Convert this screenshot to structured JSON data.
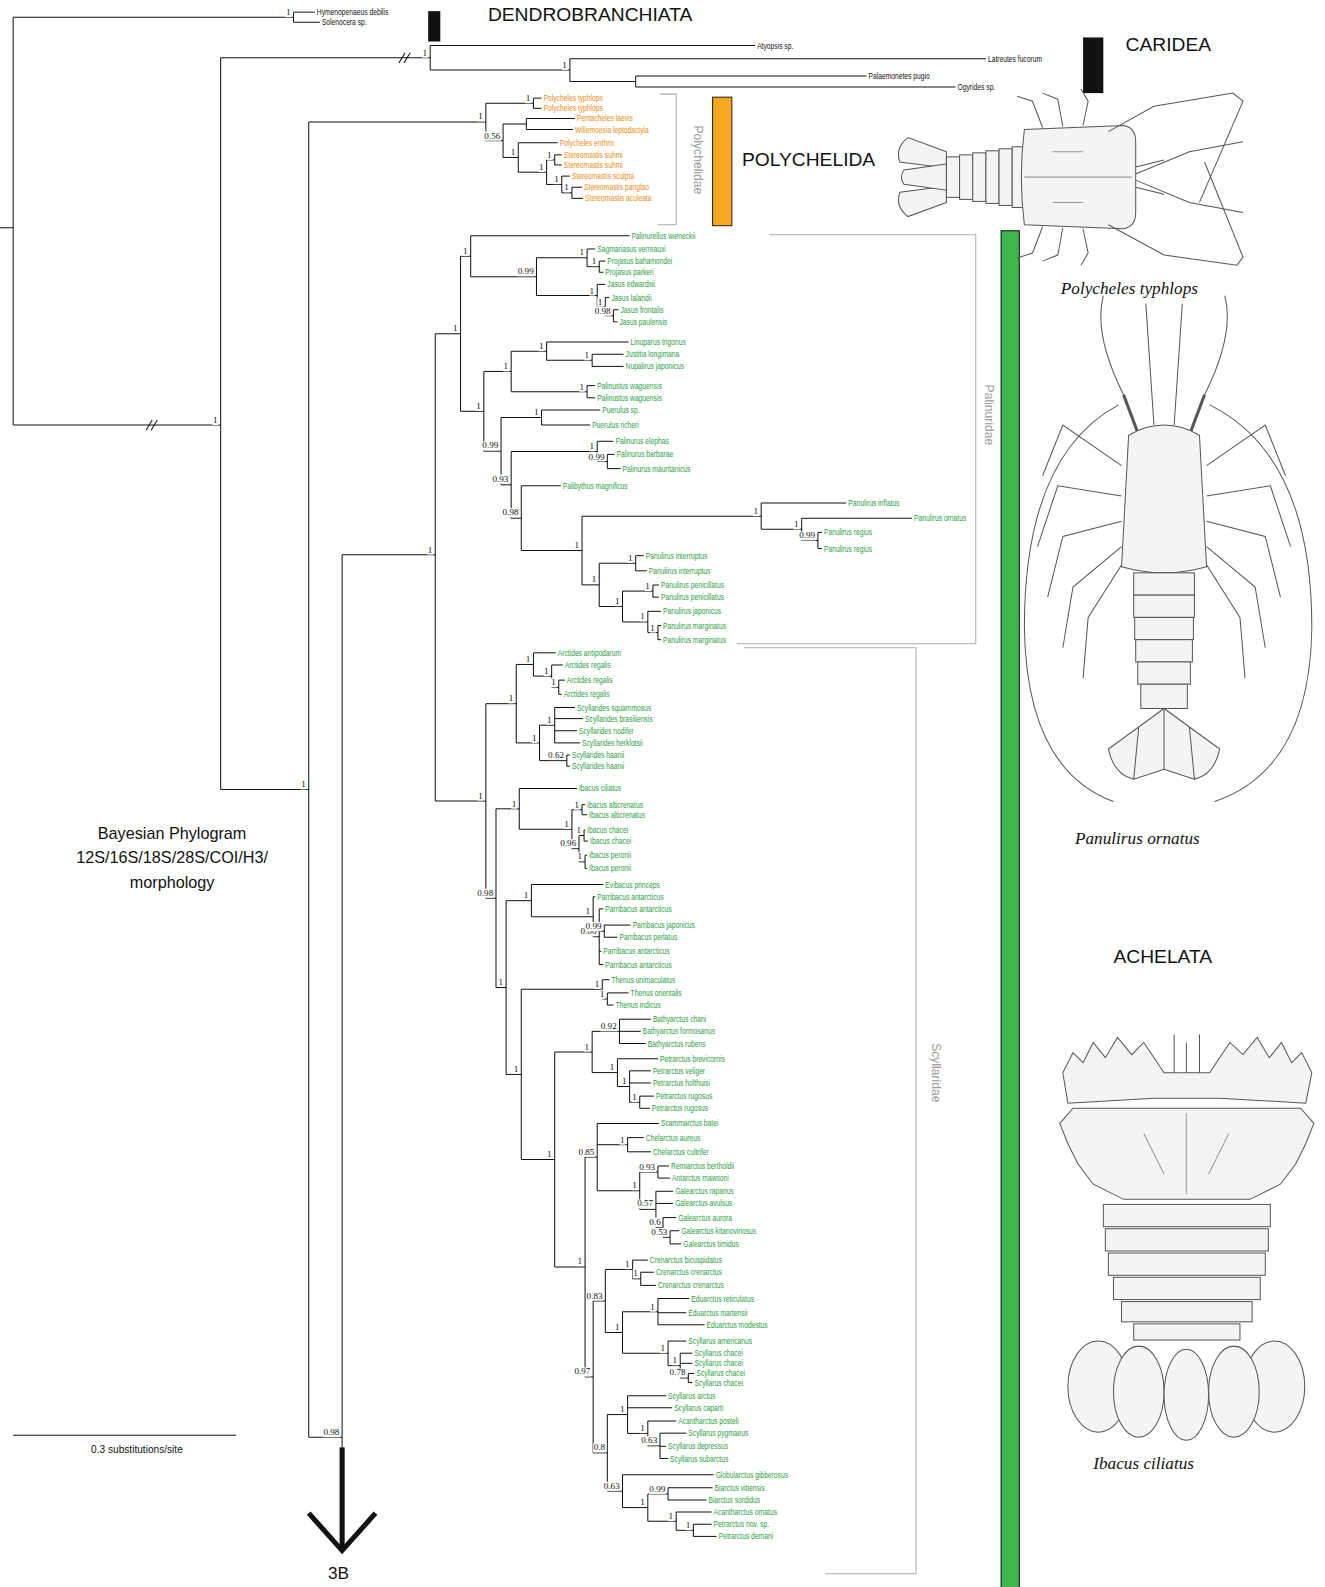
{
  "diagram": {
    "labels": [
      "DENDROBRANCHIATA",
      "CARIDEA",
      "Polychelidae",
      "POLYCHELIDA",
      "Polycheles typhlops",
      "Palinuridae",
      "Panulirus ornatus",
      "ACHELATA",
      "Scyllaridae",
      "Ibacus ciliatus",
      "Bayesian Phylogram 12S/16S/18S/28S/COI/H3/ morphology",
      "0.3 substitutions/site",
      "3B",
      "Hymenopenaeus debilis",
      "Solenocera sp.",
      "Atyopsis sp.",
      "Latreutes fucorum",
      "Palaemonetes pugio",
      "Ogyrides sp.",
      "Polycheles typhlops",
      "Polycheles typhlops",
      "Pentacheles laevis",
      "Willemoesia leptodactyla",
      "Polycheles enthrix",
      "Stereomastis suhmi",
      "Stereomastis suhmi",
      "Stereomastis sculpta",
      "Stereomastis panglao",
      "Stereomastis aculeata",
      "Palinurellus wieneckii",
      "Sagmariasus verreauxi",
      "Projasus bahamondei",
      "Projasus parkeri",
      "Jasus edwardsii",
      "Jasus lalandii",
      "Jasus frontalis",
      "Jasus paulensis",
      "Linuparus trigonus",
      "Justitia longimana",
      "Nupalirus japonicus",
      "Palinustus waguensis",
      "Palinustus waguensis",
      "Puerulus sp.",
      "Puerulus richeri",
      "Palinurus elephas",
      "Palinurus barbarae",
      "Palinurus mauritanicus",
      "Palibythus magnificus",
      "Panulirus inflatus",
      "Panulirus ornatus",
      "Panulirus regius",
      "Panulirus regius",
      "Panulirus interruptus",
      "Panulirus interruptus",
      "Panulirus penicillatus",
      "Panulirus penicillatus",
      "Panulirus japonicus",
      "Panulirus marginatus",
      "Panulirus marginatus",
      "Arctides antipodarum",
      "Arctides regalis",
      "Arctides regalis",
      "Arctides regalis",
      "Scyllarides squammosus",
      "Scyllarides brasiliensis",
      "Scyllarides nodifer",
      "Scyllarides herklotsii",
      "Scyllarides haanii",
      "Scyllarides haanii",
      "Ibacus ciliatus",
      "Ibacus alticrenatus",
      "Ibacus alticrenatus",
      "Ibacus chacei",
      "Ibacus chacei",
      "Ibacus peronii",
      "Ibacus peronii",
      "Evibacus princeps",
      "Parribacus antarcticus",
      "Parribacus antarcticus",
      "Parribacus japonicus",
      "Parribacus perlatus",
      "Parribacus antarcticus",
      "Parribacus antarcticus",
      "Thenus unimaculatus",
      "Thenus orientalis",
      "Thenus indicus",
      "Bathyarctus chani",
      "Bathyarctus formosanus",
      "Bathyarctus rubens",
      "Petrarctus brevicornis",
      "Petrarctus veliger",
      "Petrarctus holthuisi",
      "Petrarctus rugosus",
      "Petrarctus rugosus",
      "Scammarctus batei",
      "Chelarctus aureus",
      "Chelarctus cultrifer",
      "Remiarctus bertholdii",
      "Antarctus mawsoni",
      "Galearctus rapanus",
      "Galearctus avulsus",
      "Galearctus aurora",
      "Galearctus kitanoviriosus",
      "Galearctus timidus",
      "Crenarctus bicuspidatus",
      "Crenarctus crenarctus",
      "Crenarctus crenarctus",
      "Eduarctus reticulatus",
      "Eduarctus martensii",
      "Eduarctus modestus",
      "Scyllarus americanus",
      "Scyllarus chacei",
      "Scyllarus chacei",
      "Scyllarus chacei",
      "Scyllarus chacei",
      "Scyllarus arctus",
      "Scyllarus caparti",
      "Acantharctus posteli",
      "Scyllarus pygmaeus",
      "Scyllarus depressus",
      "Scyllarus subarctus",
      "Globularctus gibberosus",
      "Biarctus vitiensis",
      "Biarctus sordidus",
      "Acantharctus ornatus",
      "Petrarctus nov. sp.",
      "Petrarctus demani",
      "1",
      "1",
      "1",
      "1",
      "1",
      "1",
      "1",
      "0.56",
      "1",
      "1",
      "1",
      "1",
      "1",
      "0.98",
      "1",
      "1",
      "1",
      "0.99",
      "1",
      "1",
      "1",
      "1",
      "0.98",
      "1",
      "1",
      "1",
      "1",
      "1",
      "0.99",
      "1",
      "0.93",
      "1",
      "0.99",
      "0.98",
      "1",
      "1",
      "1",
      "0.99",
      "1",
      "1",
      "1",
      "1",
      "1",
      "1",
      "1",
      "1",
      "1",
      "1",
      "1",
      "1",
      "1",
      "0.62",
      "0.98",
      "1",
      "1",
      "1",
      "0.96",
      "1",
      "1",
      "1",
      "1",
      "1",
      "0.86",
      "0.99",
      "1",
      "1",
      "1",
      "1",
      "1",
      "0.92",
      "1",
      "1",
      "1",
      "1",
      "0.85",
      "1",
      "1",
      "0.93",
      "0.57",
      "0.6",
      "0.53",
      "0.97",
      "0.83",
      "1",
      "1",
      "1",
      "1",
      "1",
      "1",
      "0.78",
      "0.8",
      "1",
      "1",
      "0.63",
      "0.63",
      "1",
      "0.99",
      "1",
      "1"
    ]
  }
}
